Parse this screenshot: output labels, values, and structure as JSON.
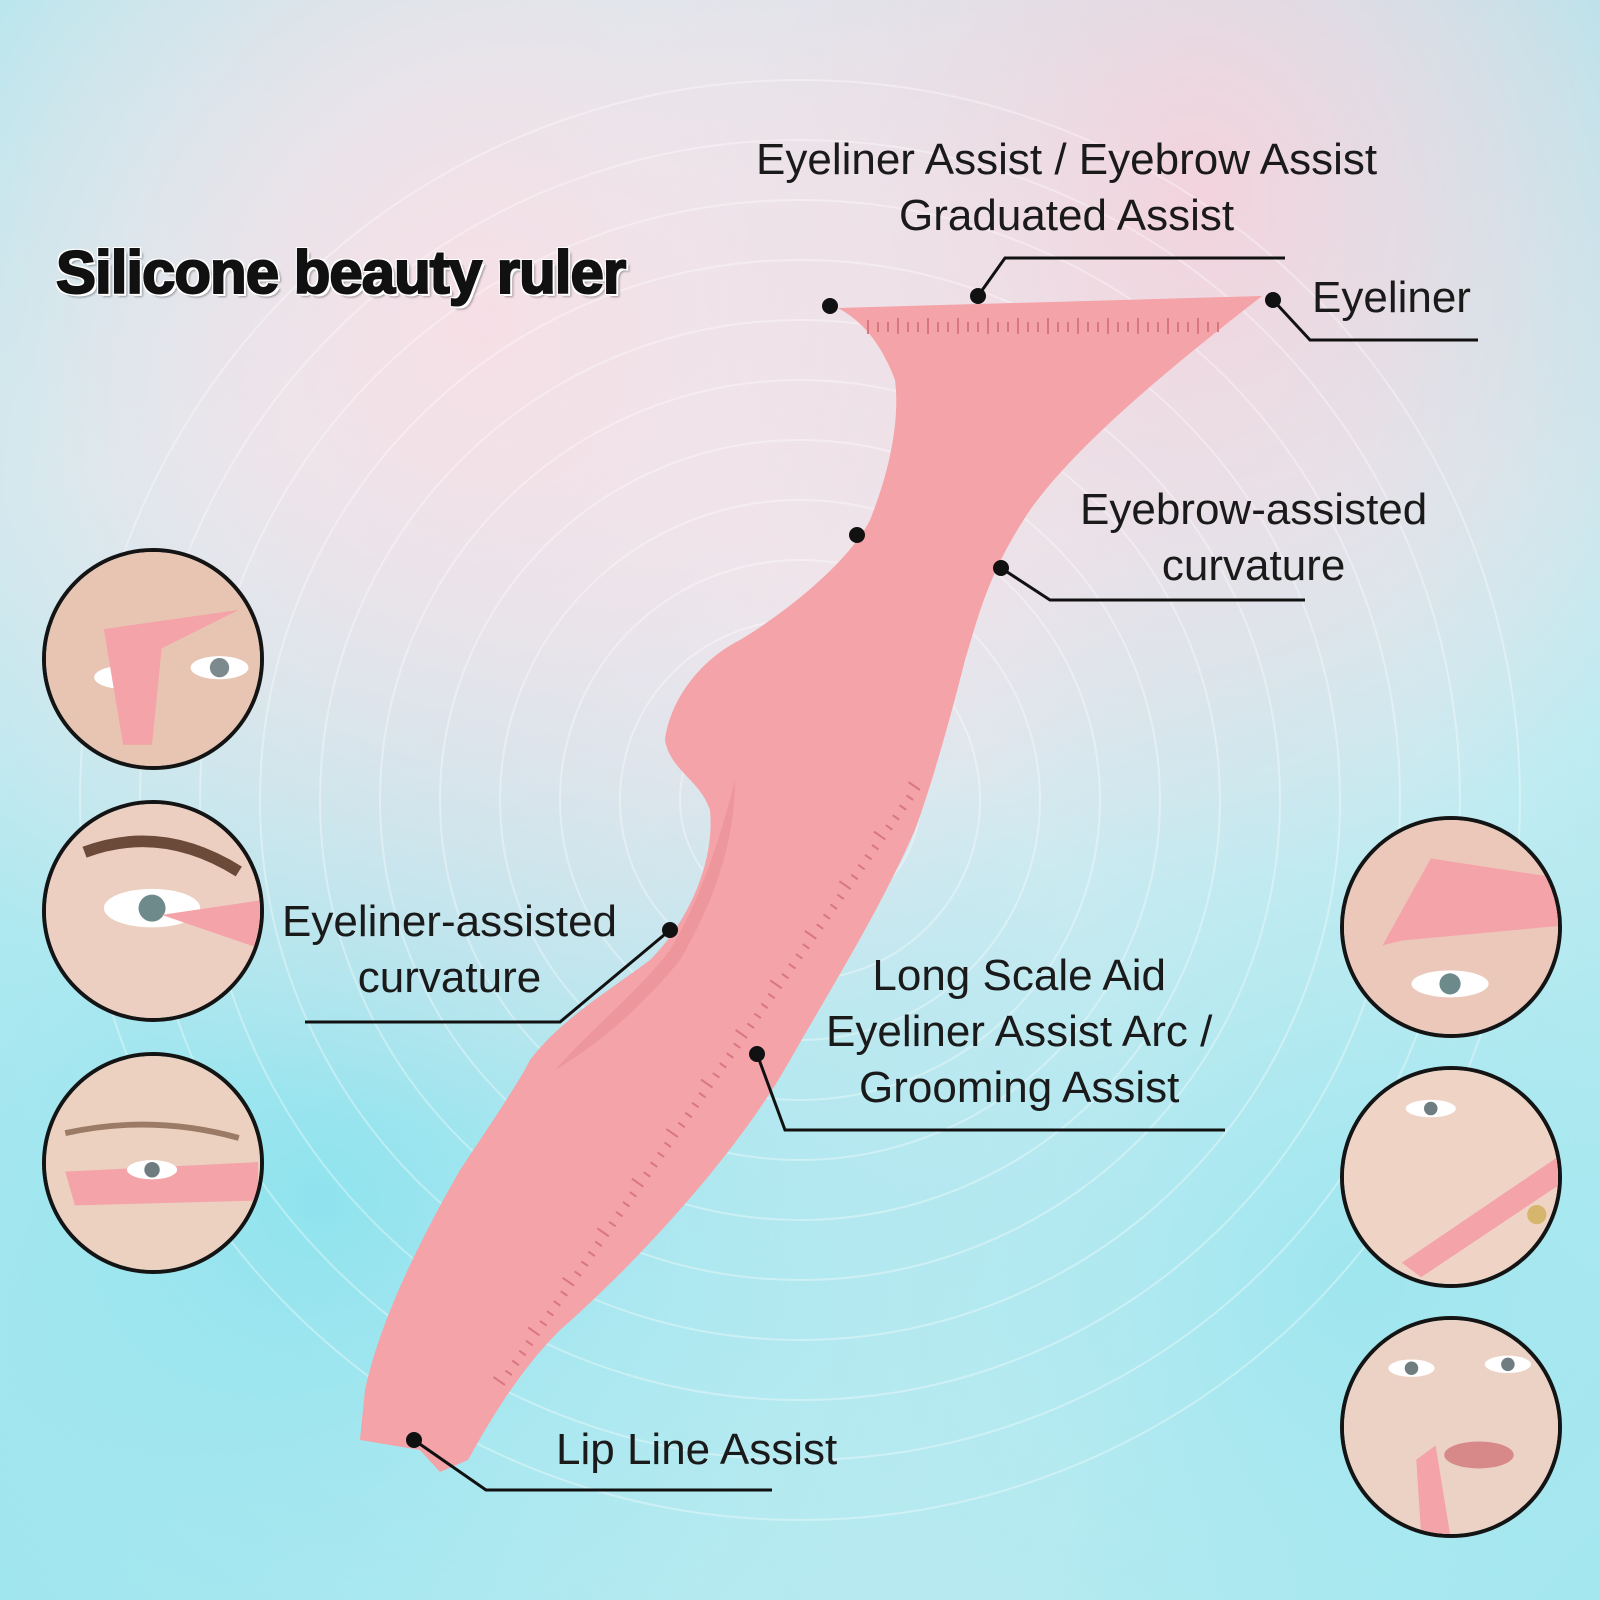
{
  "title": "Silicone beauty ruler",
  "labels": {
    "top_assist_line1": "Eyeliner Assist / Eyebrow Assist",
    "top_assist_line2": "Graduated Assist",
    "eyeliner": "Eyeliner",
    "eyebrow_curvature_line1": "Eyebrow-assisted",
    "eyebrow_curvature_line2": "curvature",
    "eyeliner_curvature_line1": "Eyeliner-assisted",
    "eyeliner_curvature_line2": "curvature",
    "long_scale_line1": "Long Scale Aid",
    "long_scale_line2": "Eyeliner Assist Arc /",
    "long_scale_line3": "Grooming Assist",
    "lip_line": "Lip Line Assist"
  },
  "colors": {
    "ruler_pink": "#f4a3a8",
    "ruler_shadow": "#e88d94",
    "leader_line": "#111111",
    "label_text": "#1a1a1a"
  },
  "photos_left": [
    "eyebrow-application-photo",
    "eyeliner-application-photo",
    "under-eye-application-photo"
  ],
  "photos_right": [
    "brow-stencil-photo",
    "cheek-contour-photo",
    "lip-line-photo"
  ]
}
